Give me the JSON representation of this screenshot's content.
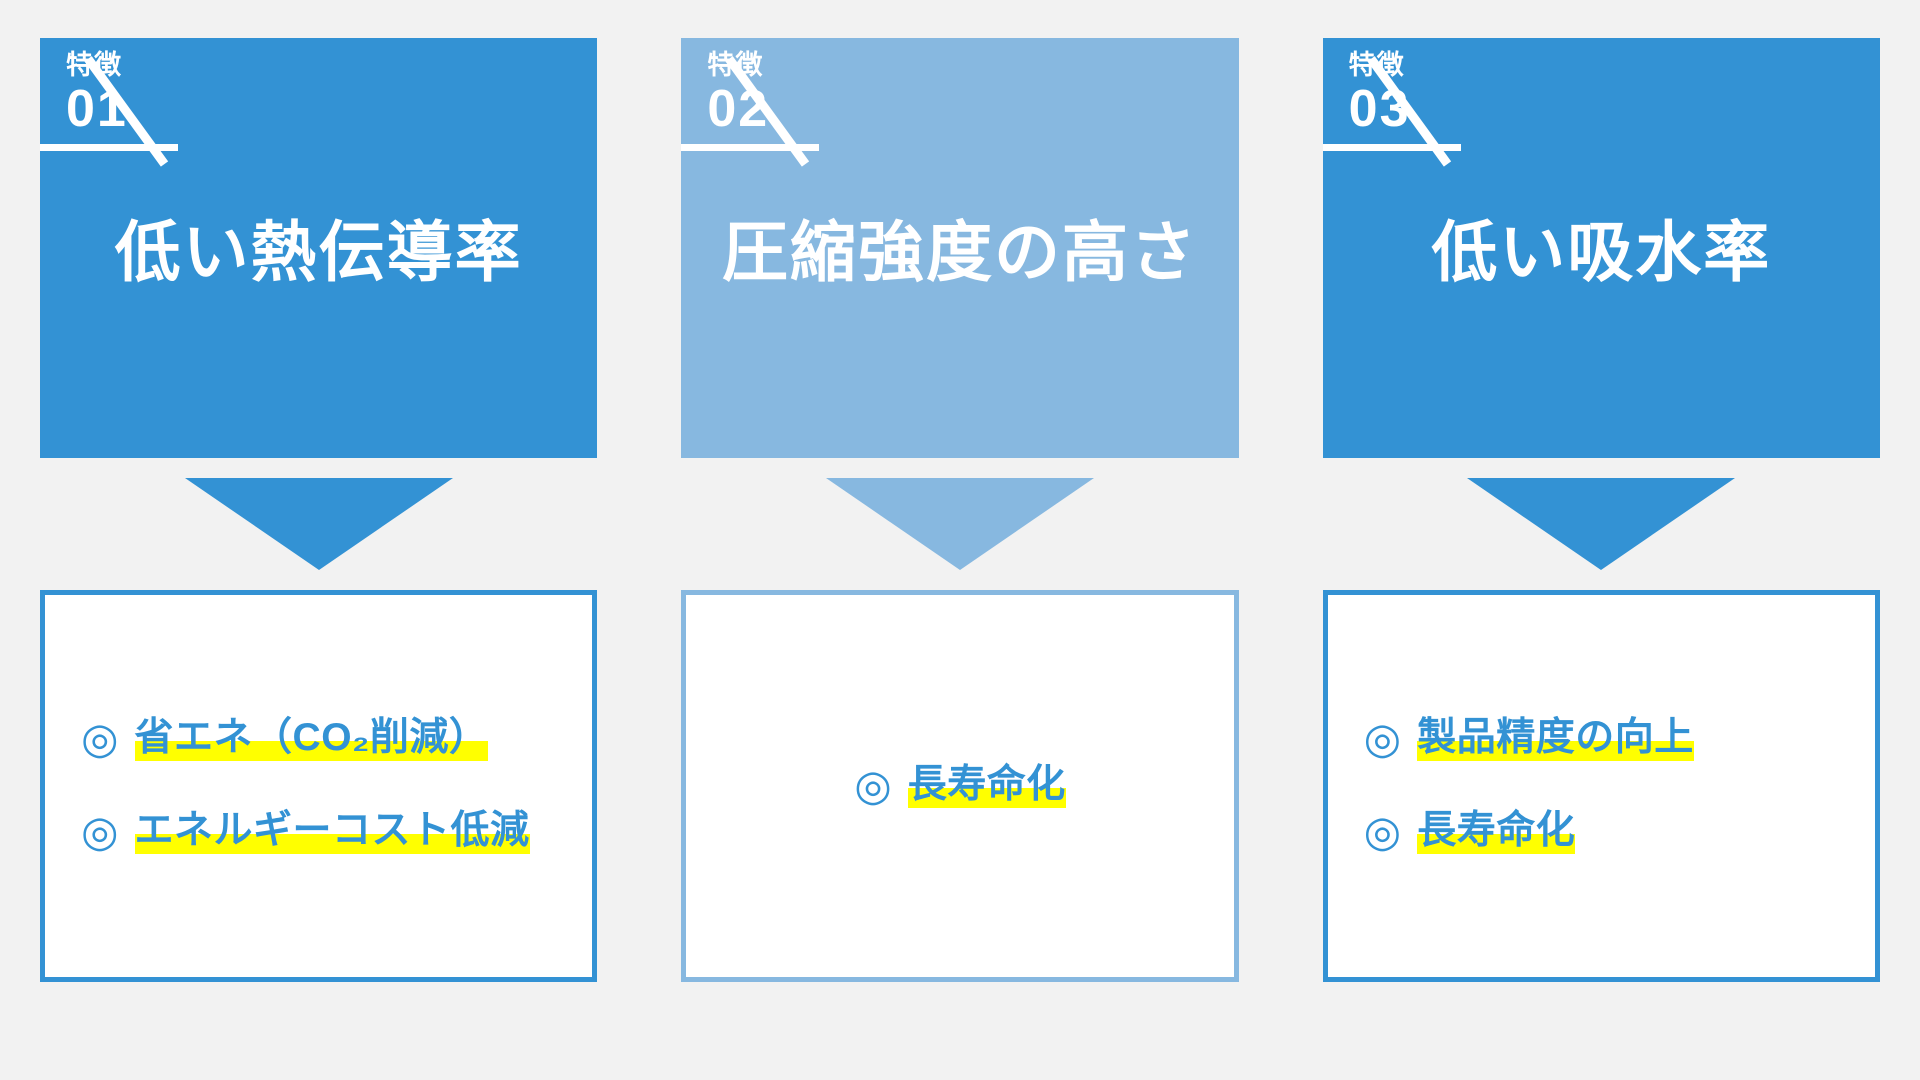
{
  "theme": {
    "background": "#f2f2f2",
    "accent_strong": "#3392d4",
    "accent_soft": "#87b8e0",
    "highlight": "#ffff00",
    "card_text": "#ffffff"
  },
  "columns": [
    {
      "badge_kicker": "特徴",
      "badge_number": "01",
      "title": "低い熱伝導率",
      "tone": "strong",
      "bullets": [
        {
          "mark": "◎",
          "label": "省エネ（CO₂削減）",
          "highlighted": true
        },
        {
          "mark": "◎",
          "label": "エネルギーコスト低減",
          "highlighted": true
        }
      ]
    },
    {
      "badge_kicker": "特徴",
      "badge_number": "02",
      "title": "圧縮強度の高さ",
      "tone": "soft",
      "bullets": [
        {
          "mark": "◎",
          "label": "長寿命化",
          "highlighted": true
        }
      ]
    },
    {
      "badge_kicker": "特徴",
      "badge_number": "03",
      "title": "低い吸水率",
      "tone": "strong",
      "bullets": [
        {
          "mark": "◎",
          "label": "製品精度の向上",
          "highlighted": true
        },
        {
          "mark": "◎",
          "label": "長寿命化",
          "highlighted": true
        }
      ]
    }
  ]
}
